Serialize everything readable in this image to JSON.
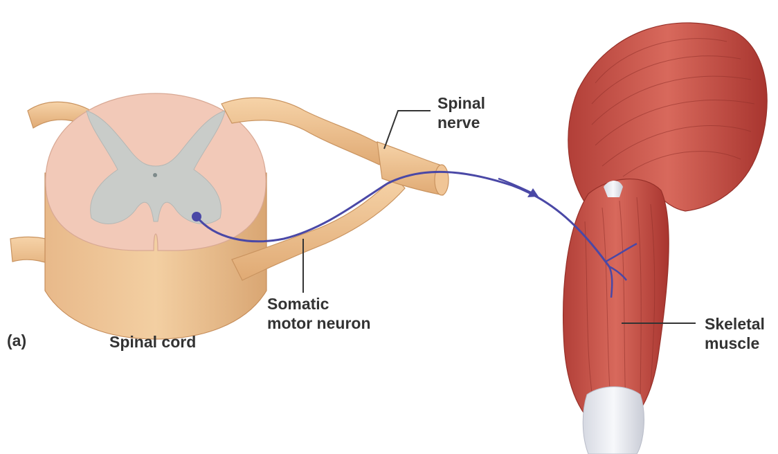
{
  "figure": {
    "panel_label": "(a)",
    "labels": {
      "spinal_nerve": [
        "Spinal",
        "nerve"
      ],
      "somatic_motor_neuron": [
        "Somatic",
        "motor neuron"
      ],
      "spinal_cord": "Spinal cord",
      "skeletal_muscle": [
        "Skeletal",
        "muscle"
      ]
    },
    "colors": {
      "white_matter": "#f2c9b8",
      "gray_matter": "#c9ccc9",
      "nerve": "#eec08e",
      "neuron": "#4a48a6",
      "muscle": "#c9534a",
      "tendon": "#e6e8ee",
      "leader_line": "#333333"
    }
  }
}
